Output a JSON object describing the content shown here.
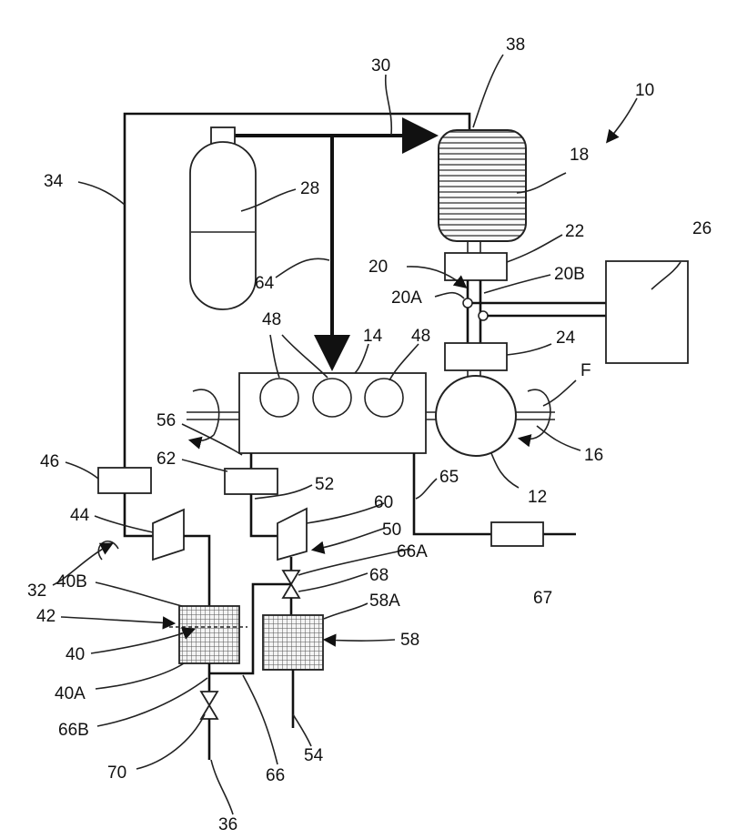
{
  "figure": {
    "ref_numerals": {
      "n10": "10",
      "n12": "12",
      "n14": "14",
      "n16": "16",
      "n18": "18",
      "n20": "20",
      "n20A": "20A",
      "n20B": "20B",
      "n22": "22",
      "n24": "24",
      "n26": "26",
      "n28": "28",
      "n30": "30",
      "n32": "32",
      "n34": "34",
      "n36": "36",
      "n38": "38",
      "n40": "40",
      "n40A": "40A",
      "n40B": "40B",
      "n42": "42",
      "n44": "44",
      "n46": "46",
      "n48a": "48",
      "n48b": "48",
      "n50": "50",
      "n52": "52",
      "n54": "54",
      "n56": "56",
      "n58": "58",
      "n58A": "58A",
      "n60": "60",
      "n62": "62",
      "n64": "64",
      "n65": "65",
      "n66": "66",
      "n66A": "66A",
      "n66B": "66B",
      "n67": "67",
      "n68": "68",
      "n70": "70",
      "nF": "F"
    }
  }
}
